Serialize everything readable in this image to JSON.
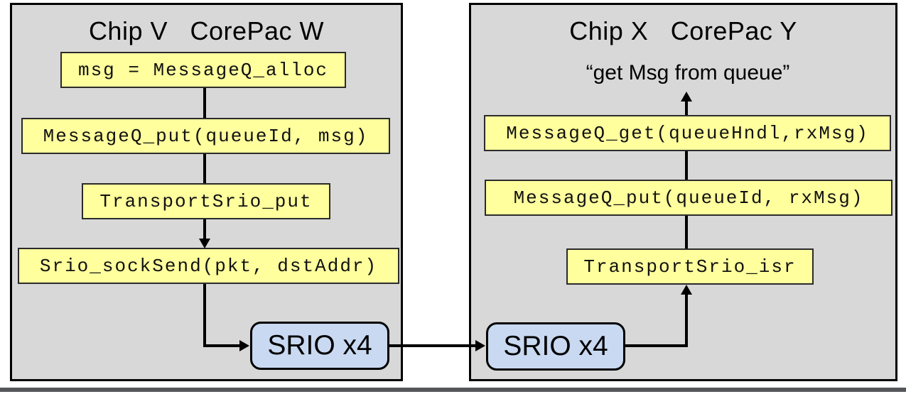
{
  "left_panel": {
    "title": "Chip V   CorePac W",
    "boxes": [
      {
        "label": "msg = MessageQ_alloc"
      },
      {
        "label": "MessageQ_put(queueId, msg)"
      },
      {
        "label": "TransportSrio_put"
      },
      {
        "label": "Srio_sockSend(pkt, dstAddr)"
      }
    ],
    "srio_label": "SRIO x4"
  },
  "right_panel": {
    "title": "Chip X   CorePac Y",
    "annotation": "“get Msg from queue”",
    "boxes": [
      {
        "label": "MessageQ_get(queueHndl,rxMsg)"
      },
      {
        "label": "MessageQ_put(queueId, rxMsg)"
      },
      {
        "label": "TransportSrio_isr"
      }
    ],
    "srio_label": "SRIO x4"
  },
  "colors": {
    "panel_fill": "#d8d8d8",
    "panel_border": "#000000",
    "code_box_fill": "#ffff9e",
    "srio_box_fill": "#c9d9f1",
    "connector": "#000000",
    "bottom_rule": "#55565a"
  }
}
